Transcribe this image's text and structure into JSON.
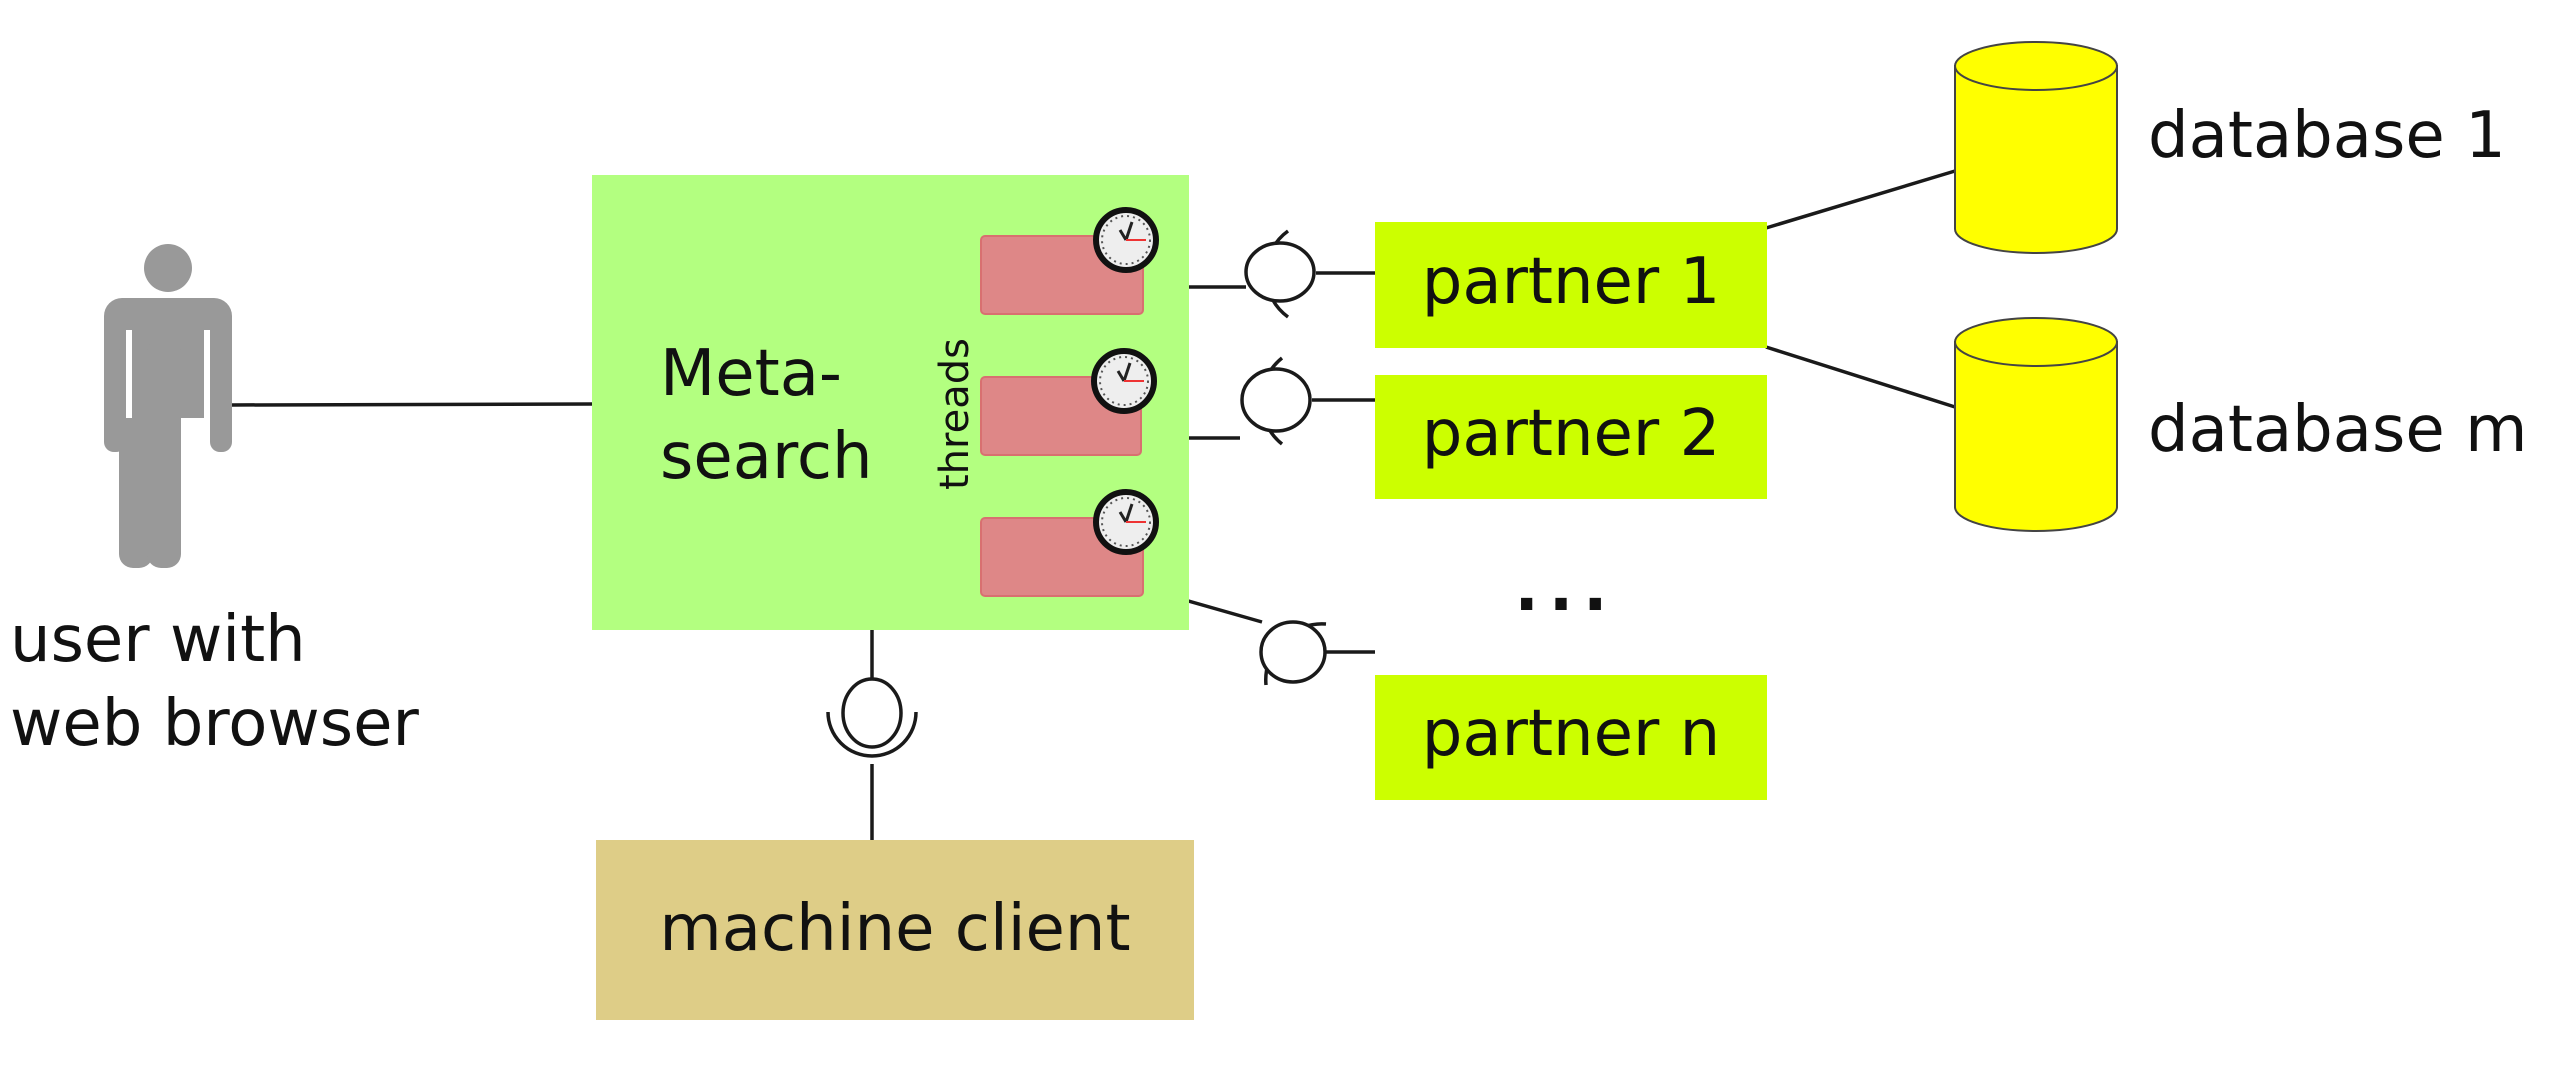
{
  "diagram": {
    "type": "component-architecture",
    "colors": {
      "metasearch": "#b3ff80",
      "partner": "#ccff00",
      "database": "#ffff00",
      "thread": "#de8787",
      "machine_client": "#decd87",
      "actor": "#999999"
    },
    "actor": {
      "icon": "person-icon",
      "label_lines": [
        "user with",
        "web browser"
      ]
    },
    "metasearch": {
      "label_lines": [
        "Meta-",
        "search"
      ],
      "threads_label": "threads",
      "threads": [
        {
          "id": "thread-1",
          "icon": "clock-icon"
        },
        {
          "id": "thread-2",
          "icon": "clock-icon"
        },
        {
          "id": "thread-3",
          "icon": "clock-icon"
        }
      ]
    },
    "partners": [
      {
        "label": "partner 1"
      },
      {
        "label": "partner 2"
      },
      {
        "label": "partner n"
      }
    ],
    "ellipsis": "...",
    "databases": [
      {
        "label": "database 1"
      },
      {
        "label": "database m"
      }
    ],
    "machine_client": {
      "label": "machine client"
    },
    "edges": [
      {
        "from": "user",
        "to": "metasearch"
      },
      {
        "from": "thread-1",
        "to": "partner 1",
        "interface": "ball-socket"
      },
      {
        "from": "thread-2",
        "to": "partner 2",
        "interface": "ball-socket"
      },
      {
        "from": "thread-3",
        "to": "partner n",
        "interface": "ball-socket"
      },
      {
        "from": "partner 1",
        "to": "database 1"
      },
      {
        "from": "partner 1",
        "to": "database m"
      },
      {
        "from": "machine client",
        "to": "metasearch",
        "interface": "ball-socket"
      }
    ]
  }
}
